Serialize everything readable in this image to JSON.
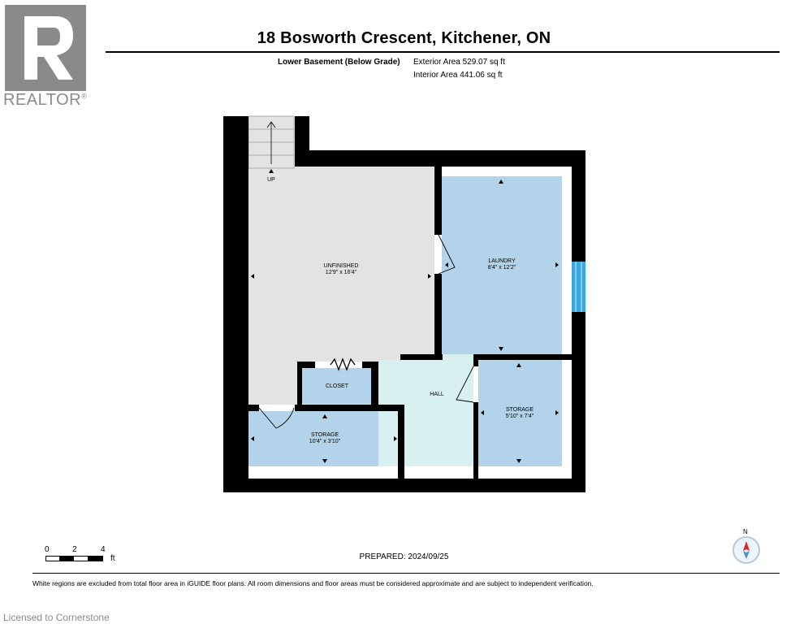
{
  "header": {
    "title": "18 Bosworth Crescent, Kitchener, ON",
    "level": "Lower Basement (Below Grade)",
    "exterior_area": "Exterior Area 529.07 sq ft",
    "interior_area": "Interior Area 441.06 sq ft"
  },
  "logo": {
    "text": "REALTOR",
    "mark": "®",
    "colors": {
      "mark": "#8a8a8a"
    }
  },
  "rooms": {
    "unfinished": {
      "name": "UNFINISHED",
      "dims": "12'9\" x 16'4\""
    },
    "laundry": {
      "name": "LAUNDRY",
      "dims": "8'4\" x 12'2\""
    },
    "closet": {
      "name": "CLOSET"
    },
    "hall": {
      "name": "HALL"
    },
    "storage_left": {
      "name": "STORAGE",
      "dims": "10'4\" x 3'10\""
    },
    "storage_right": {
      "name": "STORAGE",
      "dims": "5'10\" x 7'4\""
    },
    "stairs_label": "UP"
  },
  "colors": {
    "unfinished": "#e3e3e3",
    "laundry": "#b3d3ea",
    "storage": "#b3d3ea",
    "closet": "#b3d3ea",
    "hall": "#d8f1f0",
    "wall": "#000000",
    "window": "#3aa7e0"
  },
  "scale": {
    "ticks": [
      "0",
      "2",
      "4"
    ],
    "unit": "ft"
  },
  "compass": {
    "label": "N"
  },
  "prepared": "PREPARED: 2024/09/25",
  "footnote": "White regions are excluded from total floor area in iGUIDE floor plans. All room dimensions and floor areas must be considered approximate and are subject to independent verification.",
  "licensed": "Licensed to Cornerstone"
}
